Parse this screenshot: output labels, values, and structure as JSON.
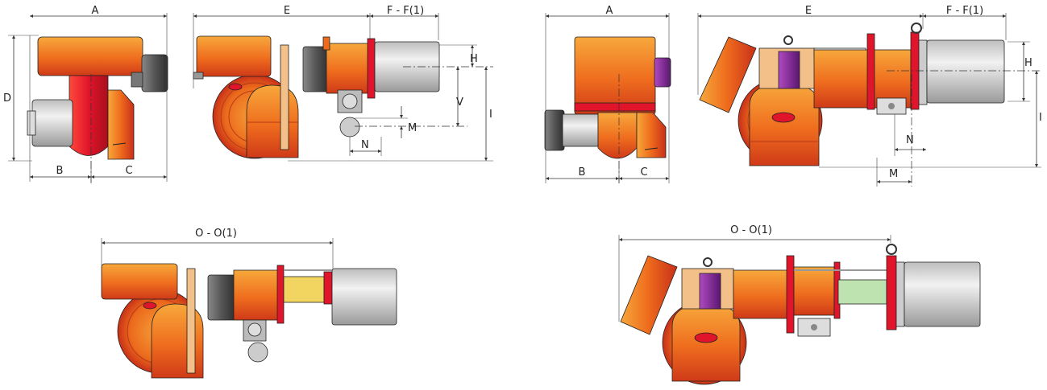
{
  "views": {
    "top_left": {
      "labels": {
        "A": "A",
        "B": "B",
        "C": "C",
        "D": "D",
        "E": "E",
        "F": "F - F(1)",
        "H": "H",
        "V": "V",
        "I": "I",
        "M": "M",
        "N": "N"
      }
    },
    "top_right": {
      "labels": {
        "A": "A",
        "B": "B",
        "C": "C",
        "E": "E",
        "F": "F - F(1)",
        "H": "H",
        "I": "I",
        "M": "M",
        "N": "N"
      }
    },
    "bottom_left": {
      "labels": {
        "O": "O - O(1)"
      }
    },
    "bottom_right": {
      "labels": {
        "O": "O - O(1)"
      }
    }
  },
  "colors": {
    "housing_light": "#f6a23a",
    "housing_mid": "#ee6a1c",
    "housing_dark": "#c8301a",
    "red": "#e0142a",
    "grey_light": "#e6e6e6",
    "grey_dark": "#555555",
    "purple": "#8a2a9a"
  }
}
